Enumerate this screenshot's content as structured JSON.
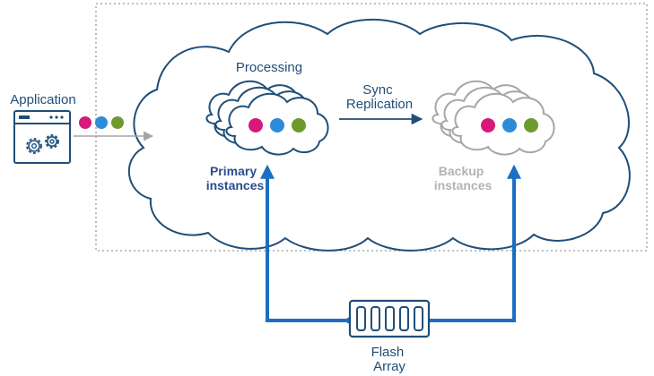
{
  "labels": {
    "application": "Application",
    "processing": "Processing",
    "sync_line1": "Sync",
    "sync_line2": "Replication",
    "primary_line1": "Primary",
    "primary_line2": "instances",
    "backup_line1": "Backup",
    "backup_line2": "instances",
    "flash_line1": "Flash",
    "flash_line2": "Array"
  },
  "colors": {
    "dark_blue": "#1f4e79",
    "label_blue": "#2b4c8c",
    "link_blue": "#1a6fc2",
    "gray": "#a6a6a6",
    "backup_text": "#b3b3b3",
    "dot_magenta": "#d6197a",
    "dot_blue": "#2e8bd8",
    "dot_green": "#6e9a2c",
    "dotted_border": "#9a9a9a"
  },
  "icons": {
    "application": "app-window-gears-icon",
    "primary": "stacked-clouds-icon",
    "backup": "stacked-clouds-icon",
    "storage": "flash-array-icon"
  }
}
